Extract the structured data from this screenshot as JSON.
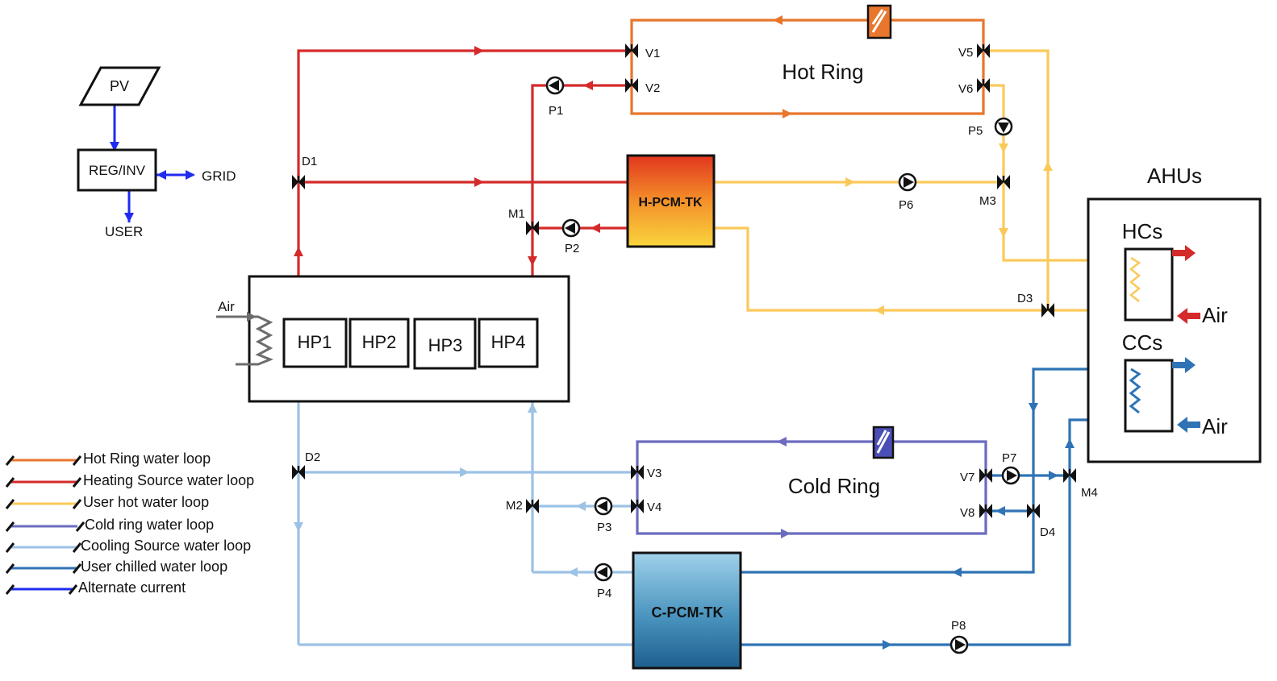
{
  "colors": {
    "hot_ring": "#e8762d",
    "heating_source": "#d42a2a",
    "user_hot": "#fbc95a",
    "cold_ring": "#6b6bbf",
    "cooling_source": "#9cc2e5",
    "user_chilled": "#2f73b5",
    "alternate_current": "#1f2cf0"
  },
  "power": {
    "pv": "PV",
    "inverter": "REG/INV",
    "grid": "GRID",
    "user": "USER"
  },
  "labels": {
    "hot_ring": "Hot Ring",
    "cold_ring": "Cold Ring",
    "ahus": "AHUs",
    "hcs": "HCs",
    "ccs": "CCs",
    "air_hp": "Air",
    "air_hc": "Air",
    "air_cc": "Air"
  },
  "heat_pumps": [
    "HP1",
    "HP2",
    "HP3",
    "HP4"
  ],
  "tanks": {
    "hot": "H-PCM-TK",
    "cold": "C-PCM-TK"
  },
  "valves": {
    "V1": "V1",
    "V2": "V2",
    "V3": "V3",
    "V4": "V4",
    "V5": "V5",
    "V6": "V6",
    "V7": "V7",
    "V8": "V8",
    "M1": "M1",
    "M2": "M2",
    "M3": "M3",
    "M4": "M4",
    "D1": "D1",
    "D2": "D2",
    "D3": "D3",
    "D4": "D4"
  },
  "pumps": {
    "P1": "P1",
    "P2": "P2",
    "P3": "P3",
    "P4": "P4",
    "P5": "P5",
    "P6": "P6",
    "P7": "P7",
    "P8": "P8"
  },
  "legend": [
    {
      "label": "Hot Ring water loop",
      "color": "#e8762d"
    },
    {
      "label": "Heating Source water  loop",
      "color": "#d42a2a"
    },
    {
      "label": "User hot water loop",
      "color": "#fbc95a"
    },
    {
      "label": "Cold ring water loop",
      "color": "#6b6bbf"
    },
    {
      "label": "Cooling Source water loop",
      "color": "#9cc2e5"
    },
    {
      "label": "User chilled water loop",
      "color": "#2f73b5"
    },
    {
      "label": "Alternate current",
      "color": "#1f2cf0"
    }
  ]
}
